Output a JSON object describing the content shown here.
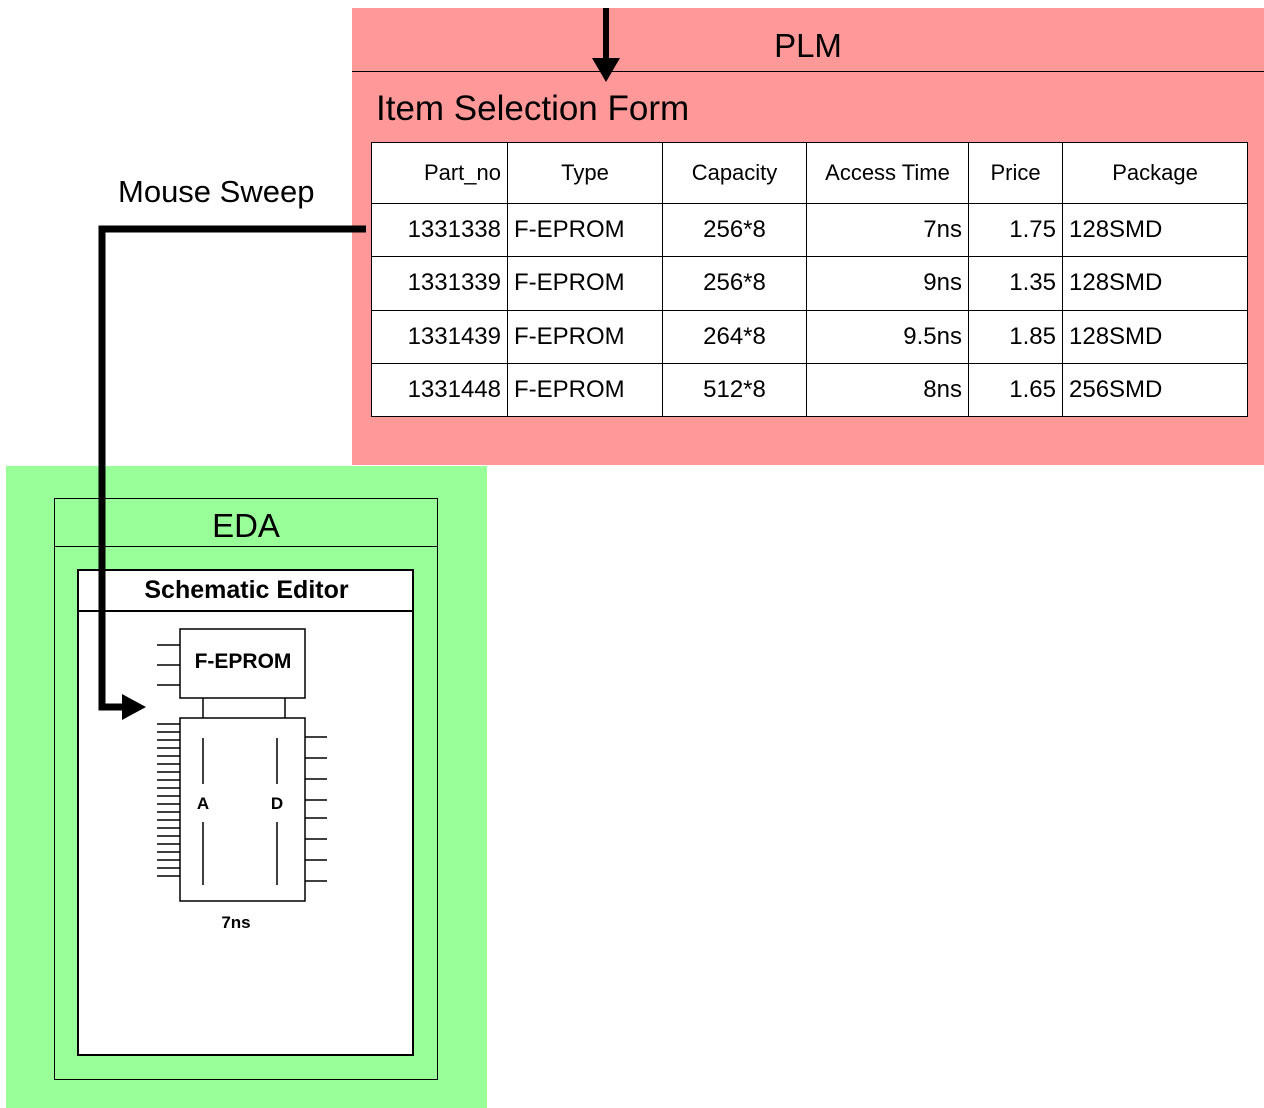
{
  "plm": {
    "title": "PLM",
    "form_title": "Item Selection Form",
    "background": "#ff9999"
  },
  "table": {
    "headers": [
      "Part_no",
      "Type",
      "Capacity",
      "Access Time",
      "Price",
      "Package"
    ],
    "rows": [
      [
        "1331338",
        "F-EPROM",
        "256*8",
        "7ns",
        "1.75",
        "128SMD"
      ],
      [
        "1331339",
        "F-EPROM",
        "256*8",
        "9ns",
        "1.35",
        "128SMD"
      ],
      [
        "1331439",
        "F-EPROM",
        "264*8",
        "9.5ns",
        "1.85",
        "128SMD"
      ],
      [
        "1331448",
        "F-EPROM",
        "512*8",
        "8ns",
        "1.65",
        "256SMD"
      ]
    ]
  },
  "mouse_sweep_label": "Mouse Sweep",
  "eda": {
    "title": "EDA",
    "background": "#99ff99",
    "editor_title": "Schematic Editor",
    "component": {
      "name": "F-EPROM",
      "left_label": "A",
      "right_label": "D",
      "timing": "7ns"
    }
  }
}
